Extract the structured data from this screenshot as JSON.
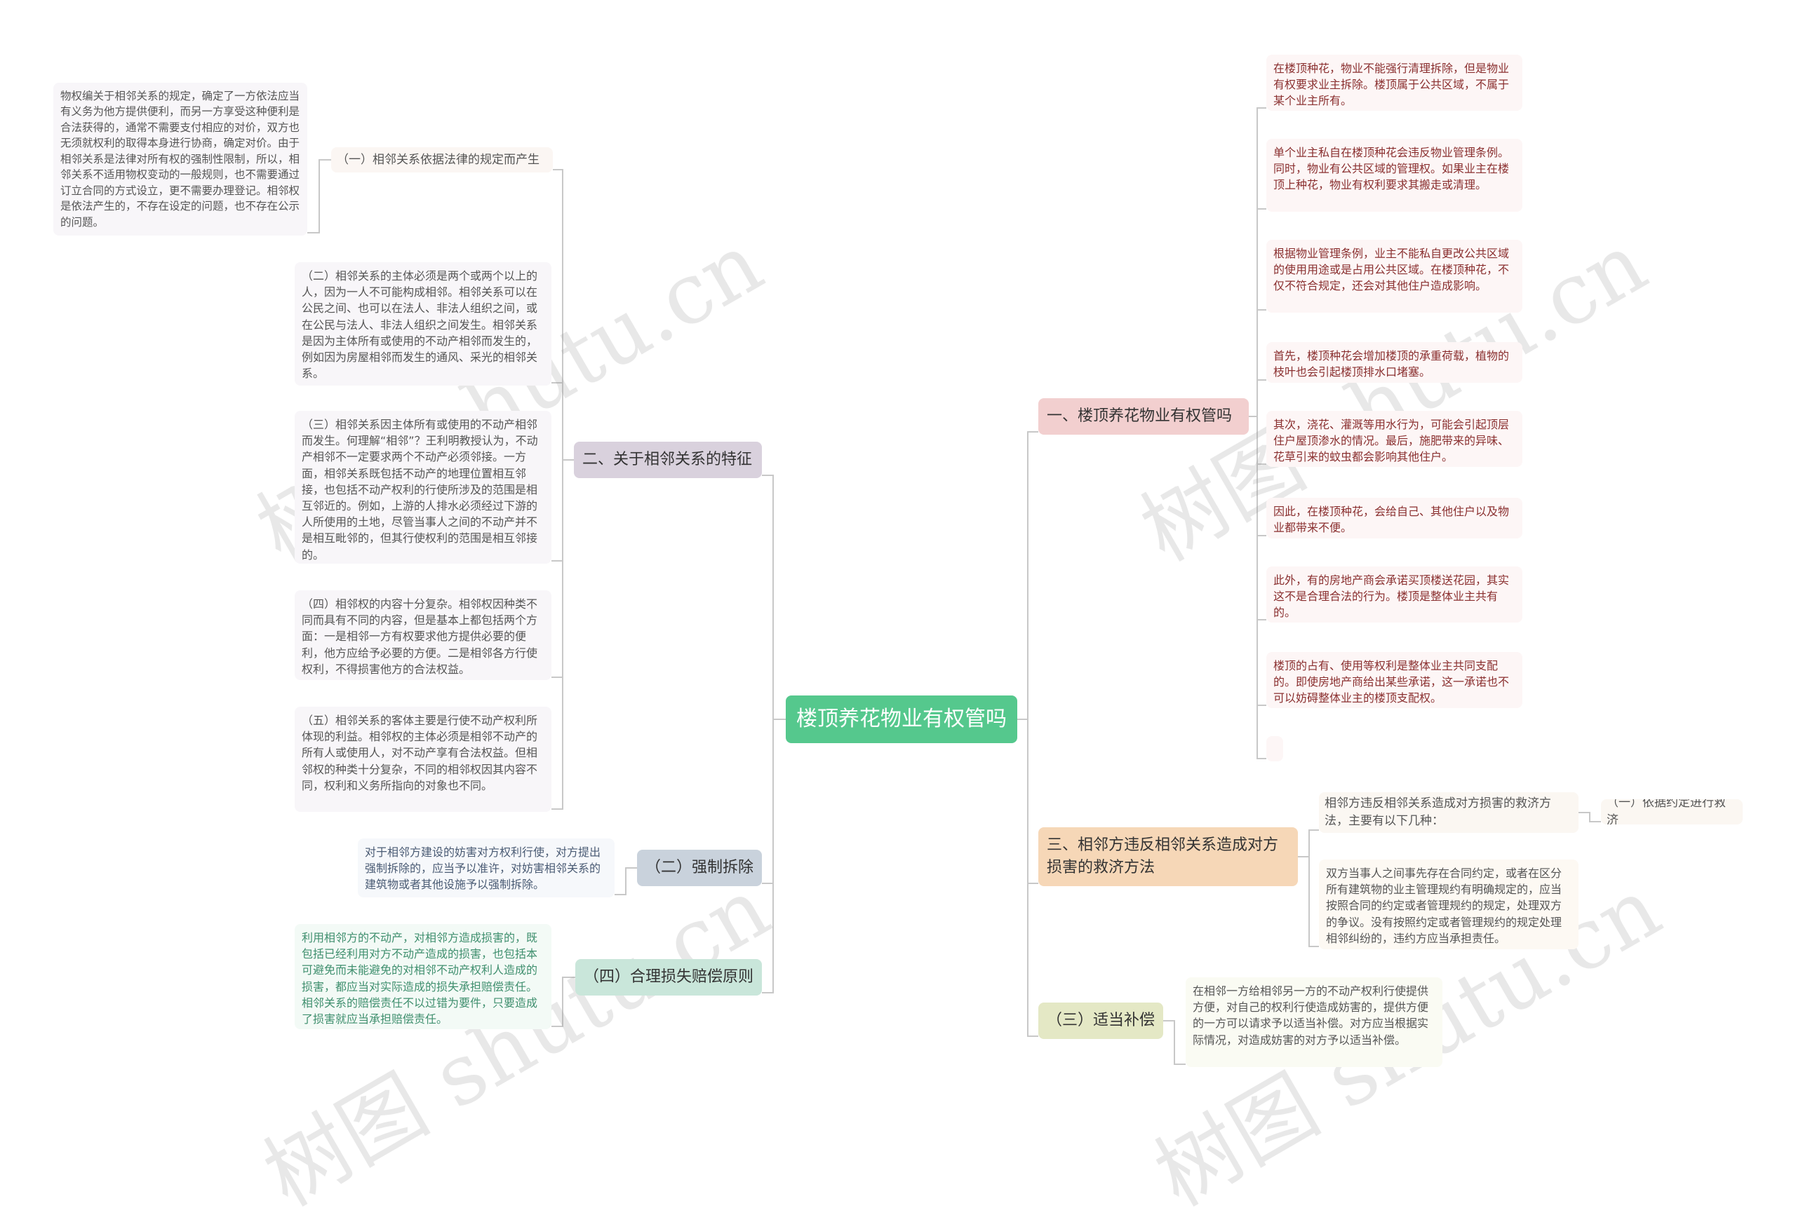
{
  "root": {
    "label": "楼顶养花物业有权管吗"
  },
  "branches": {
    "b1": {
      "label": "一、楼顶养花物业有权管吗",
      "leaves": [
        "在楼顶种花，物业不能强行清理拆除，但是物业有权要求业主拆除。楼顶属于公共区域，不属于某个业主所有。",
        "单个业主私自在楼顶种花会违反物业管理条例。同时，物业有公共区域的管理权。如果业主在楼顶上种花，物业有权利要求其搬走或清理。",
        "根据物业管理条例，业主不能私自更改公共区域的使用用途或是占用公共区域。在楼顶种花，不仅不符合规定，还会对其他住户造成影响。",
        "首先，楼顶种花会增加楼顶的承重荷载，植物的枝叶也会引起楼顶排水口堵塞。",
        "其次，浇花、灌溉等用水行为，可能会引起顶层住户屋顶渗水的情况。最后，施肥带来的异味、花草引来的蚊虫都会影响其他住户。",
        "因此，在楼顶种花，会给自己、其他住户以及物业都带来不便。",
        "此外，有的房地产商会承诺买顶楼送花园，其实这不是合理合法的行为。楼顶是整体业主共有的。",
        "楼顶的占有、使用等权利是整体业主共同支配的。即使房地产商给出某些承诺，这一承诺也不可以妨碍整体业主的楼顶支配权。",
        ""
      ]
    },
    "b2": {
      "label": "二、关于相邻关系的特征",
      "sub1": "（一）相邻关系依据法律的规定而产生",
      "sub1_leaf": "物权编关于相邻关系的规定，确定了一方依法应当有义务为他方提供便利，而另一方享受这种便利是合法获得的，通常不需要支付相应的对价，双方也无须就权利的取得本身进行协商，确定对价。由于相邻关系是法律对所有权的强制性限制，所以，相邻关系不适用物权变动的一般规则，也不需要通过订立合同的方式设立，更不需要办理登记。相邻权是依法产生的，不存在设定的问题，也不存在公示的问题。",
      "leaves": [
        "（二）相邻关系的主体必须是两个或两个以上的人，因为一人不可能构成相邻。相邻关系可以在公民之间、也可以在法人、非法人组织之间，或在公民与法人、非法人组织之间发生。相邻关系是因为主体所有或使用的不动产相邻而发生的，例如因为房屋相邻而发生的通风、采光的相邻关系。",
        "（三）相邻关系因主体所有或使用的不动产相邻而发生。何理解“相邻”？王利明教授认为，不动产相邻不一定要求两个不动产必须邻接。一方面，相邻关系既包括不动产的地理位置相互邻接，也包括不动产权利的行使所涉及的范围是相互邻近的。例如，上游的人排水必须经过下游的人所使用的土地，尽管当事人之间的不动产并不是相互毗邻的，但其行使权利的范围是相互邻接的。",
        "（四）相邻权的内容十分复杂。相邻权因种类不同而具有不同的内容，但是基本上都包括两个方面：一是相邻一方有权要求他方提供必要的便利，他方应给予必要的方便。二是相邻各方行使权利，不得损害他方的合法权益。",
        "（五）相邻关系的客体主要是行使不动产权利所体现的利益。相邻权的主体必须是相邻不动产的所有人或使用人，对不动产享有合法权益。但相邻权的种类十分复杂，不同的相邻权因其内容不同，权利和义务所指向的对象也不同。"
      ]
    },
    "b3": {
      "label": "（二）强制拆除",
      "leaf": "对于相邻方建设的妨害对方权利行使，对方提出强制拆除的，应当予以准许，对妨害相邻关系的建筑物或者其他设施予以强制拆除。"
    },
    "b4": {
      "label": "（四）合理损失赔偿原则",
      "leaf": "利用相邻方的不动产，对相邻方造成损害的，既包括已经利用对方不动产造成的损害，也包括本可避免而未能避免的对相邻不动产权利人造成的损害，都应当对实际造成的损失承担赔偿责任。相邻关系的赔偿责任不以过错为要件，只要造成了损害就应当承担赔偿责任。"
    },
    "b5": {
      "label": "三、相邻方违反相邻关系造成对方损害的救济方法",
      "sub1": "相邻方违反相邻关系造成对方损害的救济方法，主要有以下几种：",
      "sub1_child": "（一）依据约定进行救济",
      "leaf": "双方当事人之间事先存在合同约定，或者在区分所有建筑物的业主管理规约有明确规定的，应当按照合同的约定或者管理规约的规定，处理双方的争议。没有按照约定或者管理规约的规定处理相邻纠纷的，违约方应当承担责任。"
    },
    "b6": {
      "label": "（三）适当补偿",
      "leaf": "在相邻一方给相邻另一方的不动产权利行使提供方便，对自己的权利行使造成妨害的，提供方便的一方可以请求予以适当补偿。对方应当根据实际情况，对造成妨害的对方予以适当补偿。"
    }
  },
  "watermark": "树图 shutu.cn",
  "colors": {
    "root": "#55c88d",
    "line": "#c8c8c8"
  }
}
